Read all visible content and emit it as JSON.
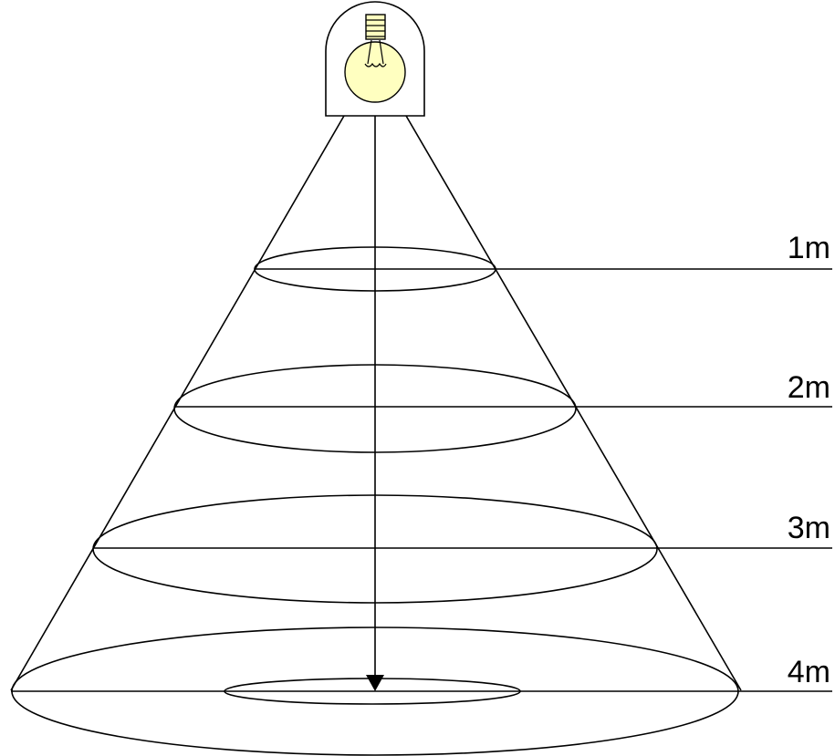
{
  "distance_labels": [
    "1m",
    "2m",
    "3m",
    "4m"
  ],
  "colors": {
    "line": "#000000",
    "bulb_fill": "#ffffc0",
    "housing_fill": "#ffffff"
  },
  "icons": {
    "light_source": "light-bulb-icon"
  }
}
